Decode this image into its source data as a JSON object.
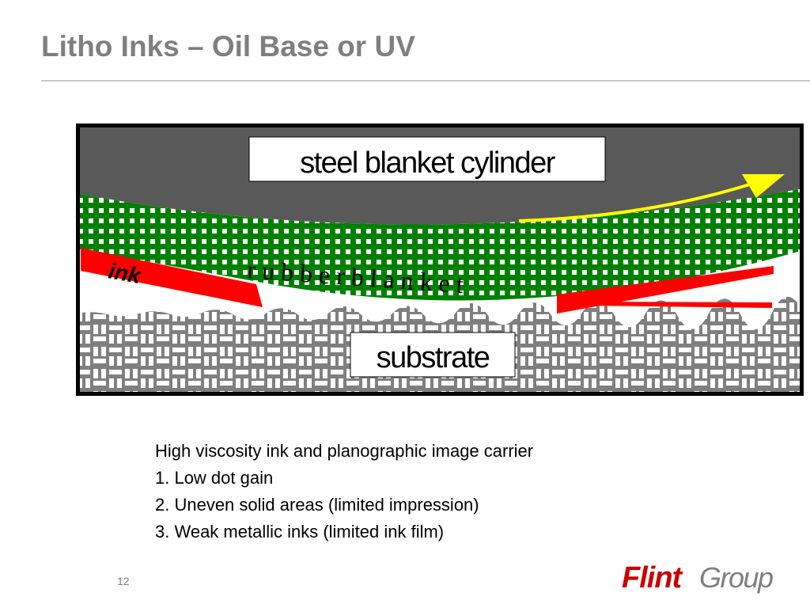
{
  "title": "Litho Inks – Oil Base or UV",
  "diagram": {
    "cylinder_label": "steel blanket cylinder",
    "blanket_label": "r u b b e r b l a n k e t",
    "ink_label": "ink",
    "substrate_label": "substrate"
  },
  "caption": {
    "heading": "High viscosity ink and planographic image carrier",
    "items": [
      "1. Low dot gain",
      "2. Uneven solid areas (limited impression)",
      "3. Weak metallic inks (limited ink film)"
    ]
  },
  "slide_number": "12",
  "logo": {
    "text_bold": "Flint",
    "text_light": "Group"
  },
  "colors": {
    "title": "#7f7f7f",
    "cylinder": "#595959",
    "blanket": "#008000",
    "ink": "#ff0000",
    "arrow": "#ffff00",
    "substrate": "#808080",
    "logo_red": "#cc0000"
  }
}
